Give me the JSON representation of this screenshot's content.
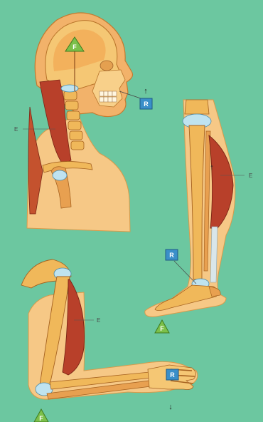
{
  "figure": {
    "background": "#6cc7a0",
    "colors": {
      "bone": "#f0b85a",
      "bone_dark": "#c9822a",
      "muscle": "#b8402a",
      "skin": "#f6c886",
      "cartilage": "#bfe3f0",
      "fulcrum": "#7cc04a",
      "resistance": "#3a8fc9"
    }
  },
  "panels": {
    "head": {
      "fulcrum_marker": "F",
      "resistance_marker": "R",
      "effort_label": "E",
      "resistance_direction": "↑"
    },
    "leg": {
      "effort_label": "E",
      "resistance_marker": "R",
      "fulcrum_marker": "F",
      "effort_direction": "↑"
    },
    "arm": {
      "effort_label": "E",
      "resistance_marker": "R",
      "fulcrum_marker": "F",
      "resistance_direction": "↓"
    }
  }
}
